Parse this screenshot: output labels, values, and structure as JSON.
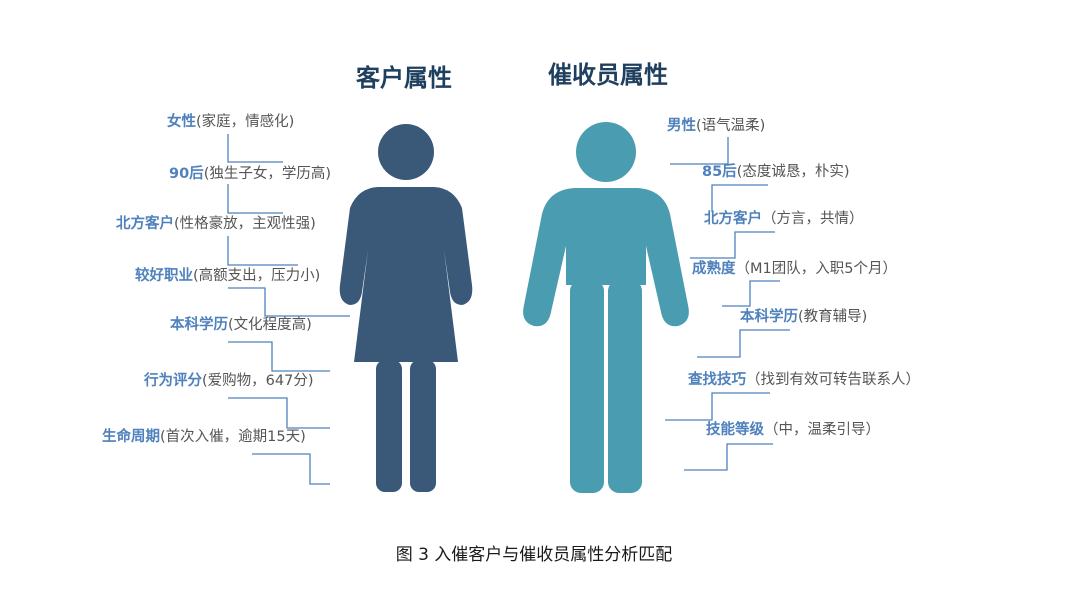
{
  "headings": {
    "customer": "客户属性",
    "collector": "催收员属性"
  },
  "colors": {
    "customer_figure": "#3a5878",
    "collector_figure": "#4a9db0",
    "connector_line": "#4f81bd",
    "label_key": "#4f81bd",
    "heading": "#1f3f5f"
  },
  "customer_attributes": [
    {
      "key": "女性",
      "detail": "(家庭，情感化)"
    },
    {
      "key": "90后",
      "detail": "(独生子女，学历高)"
    },
    {
      "key": "北方客户",
      "detail": "(性格豪放，主观性强)"
    },
    {
      "key": "较好职业",
      "detail": "(高额支出，压力小)"
    },
    {
      "key": "本科学历",
      "detail": "(文化程度高)"
    },
    {
      "key": "行为评分",
      "detail": "(爱购物，647分)"
    },
    {
      "key": "生命周期",
      "detail": "(首次入催，逾期15天)"
    }
  ],
  "collector_attributes": [
    {
      "key": "男性",
      "detail": "(语气温柔)"
    },
    {
      "key": "85后",
      "detail": "(态度诚恳，朴实)"
    },
    {
      "key": "北方客户",
      "detail": "（方言，共情）"
    },
    {
      "key": "成熟度",
      "detail": "（M1团队，入职5个月）"
    },
    {
      "key": "本科学历",
      "detail": "(教育辅导)"
    },
    {
      "key": "查找技巧",
      "detail": "（找到有效可转告联系人）"
    },
    {
      "key": "技能等级",
      "detail": "（中，温柔引导）"
    }
  ],
  "caption": "图 3  入催客户与催收员属性分析匹配"
}
